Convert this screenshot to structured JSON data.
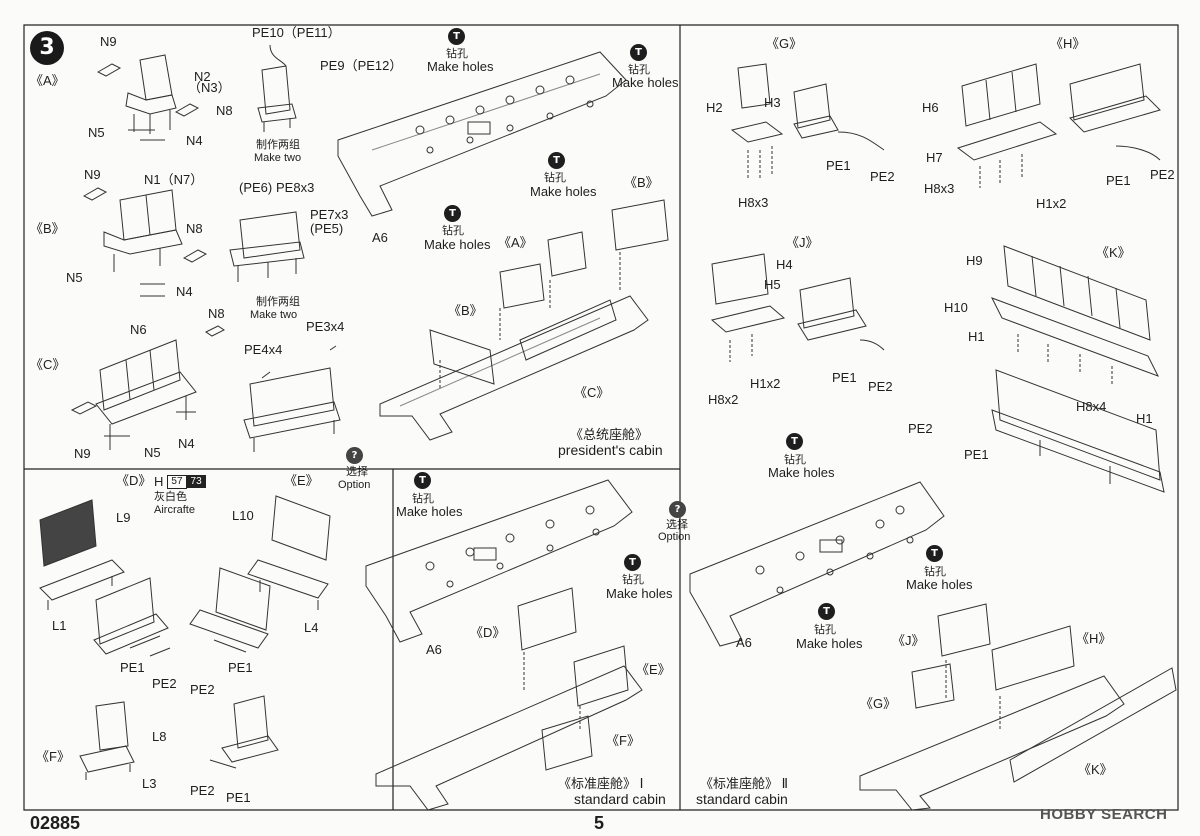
{
  "page": {
    "product_code": "02885",
    "page_number": "5",
    "step_number": "3",
    "watermark": "HOBBY SEARCH"
  },
  "left_top": {
    "A": {
      "tag": "《A》",
      "n9": "N9",
      "n2": "N2",
      "n3": "（N3）",
      "n8": "N8",
      "n5": "N5",
      "n4": "N4"
    },
    "A_pe": {
      "pe10": "PE10（PE11）",
      "pe9": "PE9（PE12）",
      "note_cn": "制作两组",
      "note_en": "Make two"
    },
    "B": {
      "tag": "《B》",
      "n9": "N9",
      "n1": "N1（N7）",
      "n8": "N8",
      "n5": "N5",
      "n4": "N4"
    },
    "B_pe": {
      "pe6": "(PE6)",
      "pe8": "PE8x3",
      "pe7": "PE7x3",
      "pe5": "(PE5)",
      "note_cn": "制作两组",
      "note_en": "Make two"
    },
    "C": {
      "tag": "《C》",
      "n6": "N6",
      "n8": "N8",
      "n9": "N9",
      "n5": "N5",
      "n4": "N4"
    },
    "C_pe": {
      "pe3": "PE3x4",
      "pe4": "PE4x4"
    }
  },
  "president": {
    "holes_cn": "钻孔",
    "holes_en": "Make holes",
    "a6": "A6",
    "tag_a": "《A》",
    "tag_b": "《B》",
    "tag_c": "《C》",
    "tag_b2": "《B》",
    "cabin_cn": "《总统座舱》",
    "cabin_en": "president's cabin"
  },
  "right_top": {
    "G": {
      "tag": "《G》",
      "h2": "H2",
      "h3": "H3",
      "pe1": "PE1",
      "pe2": "PE2",
      "h8": "H8x3"
    },
    "H": {
      "tag": "《H》",
      "h6": "H6",
      "h7": "H7",
      "h8": "H8x3",
      "h1": "H1x2",
      "pe1": "PE1",
      "pe2": "PE2"
    },
    "J": {
      "tag": "《J》",
      "h4": "H4",
      "h5": "H5",
      "h1": "H1x2",
      "h8": "H8x2",
      "pe1": "PE1",
      "pe2": "PE2"
    },
    "K": {
      "tag": "《K》",
      "h9": "H9",
      "h10": "H10",
      "h1a": "H1",
      "h8": "H8x4",
      "h1b": "H1",
      "pe2": "PE2",
      "pe1": "PE1"
    }
  },
  "bottom_left": {
    "D": {
      "tag": "《D》",
      "h": "H",
      "c57": "57",
      "c73": "73",
      "color_cn": "灰白色",
      "color_en": "Aircrafte",
      "l9": "L9",
      "l1": "L1",
      "pe1": "PE1",
      "pe2": "PE2"
    },
    "E": {
      "tag": "《E》",
      "l10": "L10",
      "l4": "L4",
      "pe1": "PE1",
      "pe2": "PE2"
    },
    "F": {
      "tag": "《F》",
      "l8": "L8",
      "l3": "L3",
      "pe2": "PE2",
      "pe1": "PE1"
    },
    "option_cn": "选择",
    "option_en": "Option"
  },
  "std1": {
    "holes_cn": "钻孔",
    "holes_en": "Make holes",
    "a6": "A6",
    "tag_d": "《D》",
    "tag_e": "《E》",
    "tag_f": "《F》",
    "cabin_cn": "《标准座舱》 Ⅰ",
    "cabin_en": "standard cabin"
  },
  "std2": {
    "option_cn": "选择",
    "option_en": "Option",
    "holes_cn": "钻孔",
    "holes_en": "Make holes",
    "a6": "A6",
    "tag_j": "《J》",
    "tag_h": "《H》",
    "tag_g": "《G》",
    "tag_k": "《K》",
    "cabin_cn": "《标准座舱》 Ⅱ",
    "cabin_en": "standard cabin"
  }
}
